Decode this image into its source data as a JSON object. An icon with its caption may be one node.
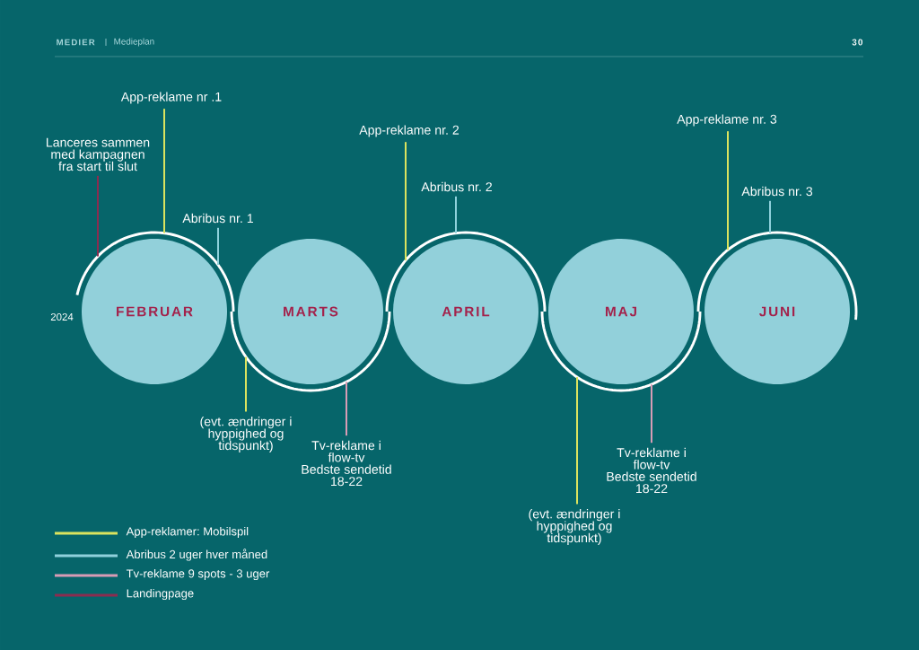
{
  "diagram": {
    "nodes": [
      {
        "text": [
          "FEBRUAR"
        ],
        "beside": [
          "2024"
        ]
      },
      {
        "text": [
          "MARTS"
        ]
      },
      {
        "text": [
          "APRIL"
        ]
      },
      {
        "text": [
          "MAJ"
        ]
      },
      {
        "text": [
          "JUNI"
        ]
      },
      {
        "text": [
          "Lanceres sammen med kampagnen fra start til slut"
        ]
      },
      {
        "text": [
          "App-reklame nr .1"
        ]
      },
      {
        "text": [
          "Abribus nr. 1"
        ]
      },
      {
        "text": [
          "App-reklame nr. 2"
        ]
      },
      {
        "text": [
          "Abribus nr. 2"
        ]
      },
      {
        "text": [
          "App-reklame nr. 3"
        ]
      },
      {
        "text": [
          "Abribus nr. 3"
        ]
      },
      {
        "text": [
          "(evt. ændringer i hyppighed og tidspunkt)"
        ]
      },
      {
        "text": [
          "Tv-reklame i flow-tv",
          "Bedste sendetid 18-22"
        ]
      },
      {
        "text": [
          "(evt. ændringer i hyppighed og tidspunkt)"
        ]
      },
      {
        "text": [
          "Tv-reklame i flow-tv",
          "Bedste sendetid 18-22"
        ]
      }
    ],
    "edges": [
      {
        "from": 5,
        "to": 0,
        "arrow": "none",
        "color": "#8b2c50"
      },
      {
        "from": 6,
        "to": 0,
        "arrow": "none"
      },
      {
        "from": 7,
        "to": 0,
        "arrow": "none",
        "color": "#8fd1dc"
      },
      {
        "from": 8,
        "to": 2,
        "arrow": "none"
      },
      {
        "from": 9,
        "to": 2,
        "arrow": "none",
        "color": "#8fd1dc"
      },
      {
        "from": 10,
        "to": 4,
        "arrow": "none"
      },
      {
        "from": 11,
        "to": 4,
        "arrow": "none",
        "color": "#8fd1dc"
      },
      {
        "from": 12,
        "to": 1,
        "arrow": "none"
      },
      {
        "from": 13,
        "to": 1,
        "arrow": "none",
        "color": "#d89cb5"
      },
      {
        "from": 14,
        "to": 3,
        "arrow": "none"
      },
      {
        "from": 15,
        "to": 3,
        "arrow": "none",
        "color": "#d89cb5"
      }
    ],
    "labels": [
      "MEDIER",
      "Medieplan",
      "30"
    ],
    "legend": [
      {
        "text": "App-reklamer: Mobilspil"
      },
      {
        "text": "Abribus 2 uger hver måned"
      },
      {
        "text": "Tv-reklame 9 spots - 3 uger"
      },
      {
        "text": "Landingpage"
      }
    ]
  }
}
